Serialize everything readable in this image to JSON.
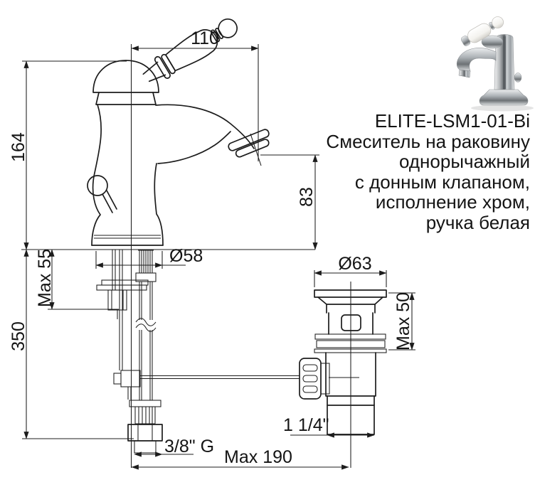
{
  "product": {
    "code": "ELITE-LSM1-01-Bi",
    "description_lines": [
      "Смеситель на раковину",
      "однорычажный",
      "с донным клапаном,",
      "исполнение хром,",
      "ручка белая"
    ]
  },
  "dimensions": {
    "spout_reach": "110",
    "total_height": "164",
    "spout_height": "83",
    "max_mounting_thickness": "Max 55",
    "hose_length": "350",
    "base_diameter": "Ø58",
    "drain_flange_diameter": "Ø63",
    "drain_max_thickness": "Max 50",
    "supply_connection": "3/8\" G",
    "drain_connection": "1 1/4\"",
    "center_to_drain_max": "Max 190"
  },
  "colors": {
    "line": "#1c1c1c",
    "text": "#141414",
    "background": "#ffffff"
  }
}
